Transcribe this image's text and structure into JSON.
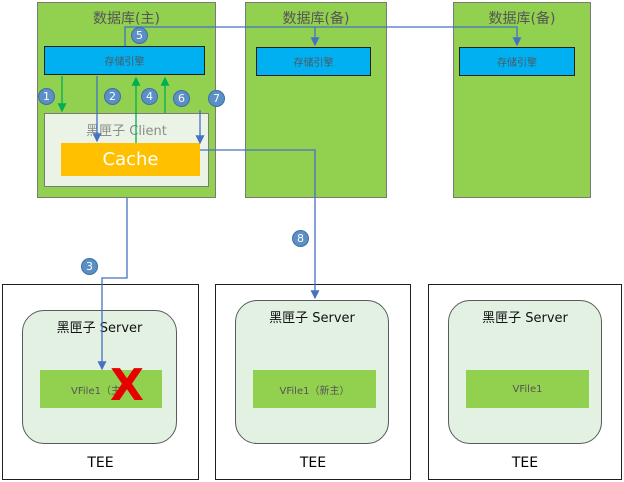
{
  "databases": {
    "primary": {
      "title": "数据库(主)",
      "engine": "存储引擎"
    },
    "standby1": {
      "title": "数据库(备)",
      "engine": "存储引擎"
    },
    "standby2": {
      "title": "数据库(备)",
      "engine": "存储引擎"
    }
  },
  "client": {
    "title": "黑匣子 Client",
    "cache": "Cache"
  },
  "tees": [
    {
      "label": "TEE",
      "server": "黑匣子 Server",
      "vfile": "VFile1（主）",
      "failed": true
    },
    {
      "label": "TEE",
      "server": "黑匣子 Server",
      "vfile": "VFile1（新主）",
      "failed": false
    },
    {
      "label": "TEE",
      "server": "黑匣子 Server",
      "vfile": "VFile1",
      "failed": false
    }
  ],
  "failure_mark": "X",
  "steps": [
    "1",
    "2",
    "3",
    "4",
    "5",
    "6",
    "7",
    "8"
  ],
  "colors": {
    "database": "#92d050",
    "engine": "#00b0f0",
    "cache": "#ffc000",
    "arrow_blue": "#4472c4",
    "arrow_green": "#00b050",
    "failure": "#e60000"
  }
}
